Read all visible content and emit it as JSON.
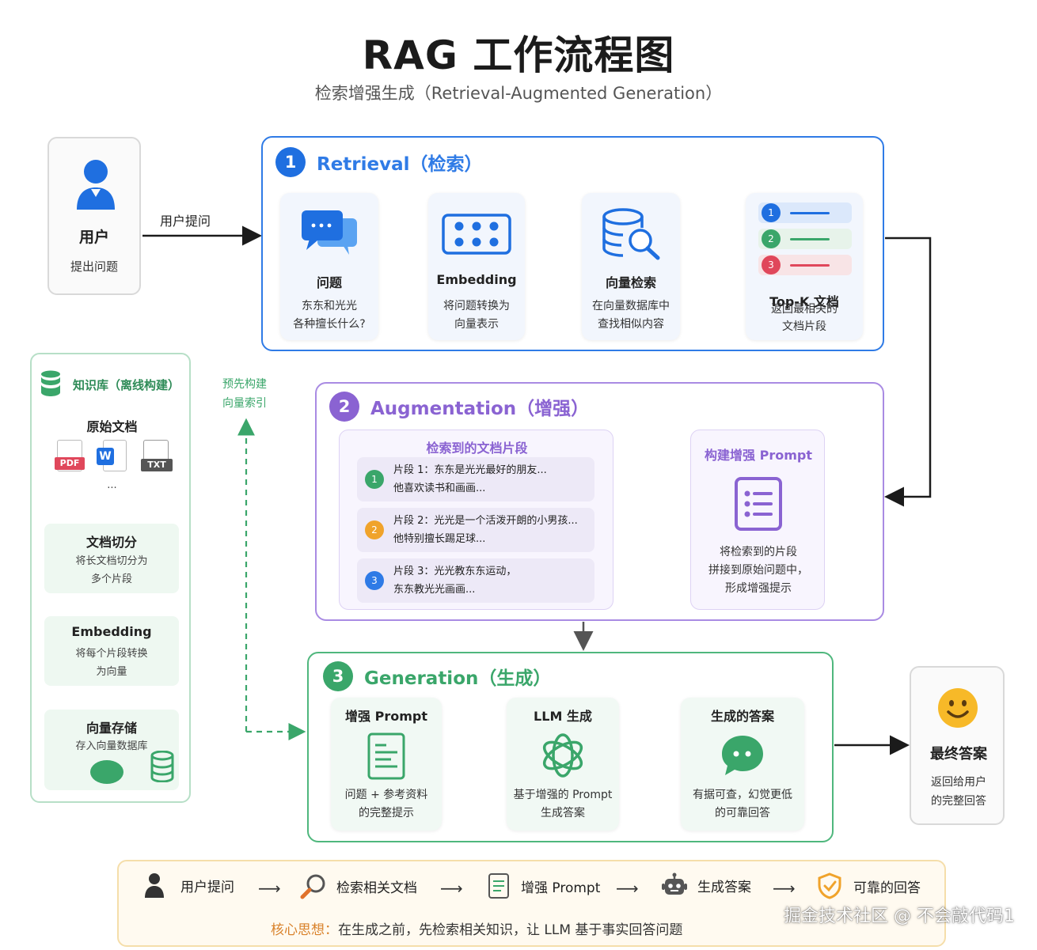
{
  "header": {
    "title": "RAG 工作流程图",
    "subtitle": "检索增强生成（Retrieval-Augmented Generation）"
  },
  "user": {
    "label": "用户",
    "sub": "提出问题",
    "edge": "用户提问"
  },
  "retrieval": {
    "num": "1",
    "title": "Retrieval（检索）",
    "cards": [
      {
        "title": "问题",
        "line1": "东东和光光",
        "line2": "各种擅长什么?"
      },
      {
        "title": "Embedding",
        "line1": "将问题转换为",
        "line2": "向量表示"
      },
      {
        "title": "向量检索",
        "line1": "在向量数据库中",
        "line2": "查找相似内容"
      },
      {
        "title": "Top-K 文档",
        "line1": "返回最相关的",
        "line2": "文档片段",
        "ranks": [
          "1",
          "2",
          "3"
        ]
      }
    ]
  },
  "knowledge": {
    "title": "知识库（离线构建）",
    "docs_title": "原始文档",
    "doc_types": [
      "PDF",
      "W",
      "TXT"
    ],
    "dots": "...",
    "steps": [
      {
        "title": "文档切分",
        "line1": "将长文档切分为",
        "line2": "多个片段"
      },
      {
        "title": "Embedding",
        "line1": "将每个片段转换",
        "line2": "为向量"
      },
      {
        "title": "向量存储",
        "line1": "存入向量数据库",
        "line2": ""
      }
    ],
    "side_note_1": "预先构建",
    "side_note_2": "向量索引"
  },
  "augmentation": {
    "num": "2",
    "title": "Augmentation（增强）",
    "frags_title": "检索到的文档片段",
    "frags": [
      {
        "n": "1",
        "line1": "片段 1：东东是光光最好的朋友...",
        "line2": "他喜欢读书和画画..."
      },
      {
        "n": "2",
        "line1": "片段 2：光光是一个活泼开朗的小男孩...",
        "line2": "他特别擅长踢足球..."
      },
      {
        "n": "3",
        "line1": "片段 3：光光教东东运动，",
        "line2": "东东教光光画画..."
      }
    ],
    "prompt_title": "构建增强 Prompt",
    "prompt_line1": "将检索到的片段",
    "prompt_line2": "拼接到原始问题中，",
    "prompt_line3": "形成增强提示"
  },
  "generation": {
    "num": "3",
    "title": "Generation（生成）",
    "cards": [
      {
        "title": "增强 Prompt",
        "line1": "问题 + 参考资料",
        "line2": "的完整提示"
      },
      {
        "title": "LLM 生成",
        "line1": "基于增强的 Prompt",
        "line2": "生成答案"
      },
      {
        "title": "生成的答案",
        "line1": "有据可查，幻觉更低",
        "line2": "的可靠回答"
      }
    ]
  },
  "final": {
    "title": "最终答案",
    "line1": "返回给用户",
    "line2": "的完整回答"
  },
  "bottom": {
    "flow": [
      "用户提问",
      "检索相关文档",
      "增强 Prompt",
      "生成答案",
      "可靠的回答"
    ],
    "core_label": "核心思想：",
    "core_text": "在生成之前，先检索相关知识，让 LLM 基于事实回答问题"
  },
  "watermark": "掘金技术社区 @ 不会敲代码1",
  "colors": {
    "blue": "#2f7be6",
    "purple": "#8a63d2",
    "green": "#3aa66a",
    "orange": "#f0a32b",
    "red": "#e0475b"
  }
}
